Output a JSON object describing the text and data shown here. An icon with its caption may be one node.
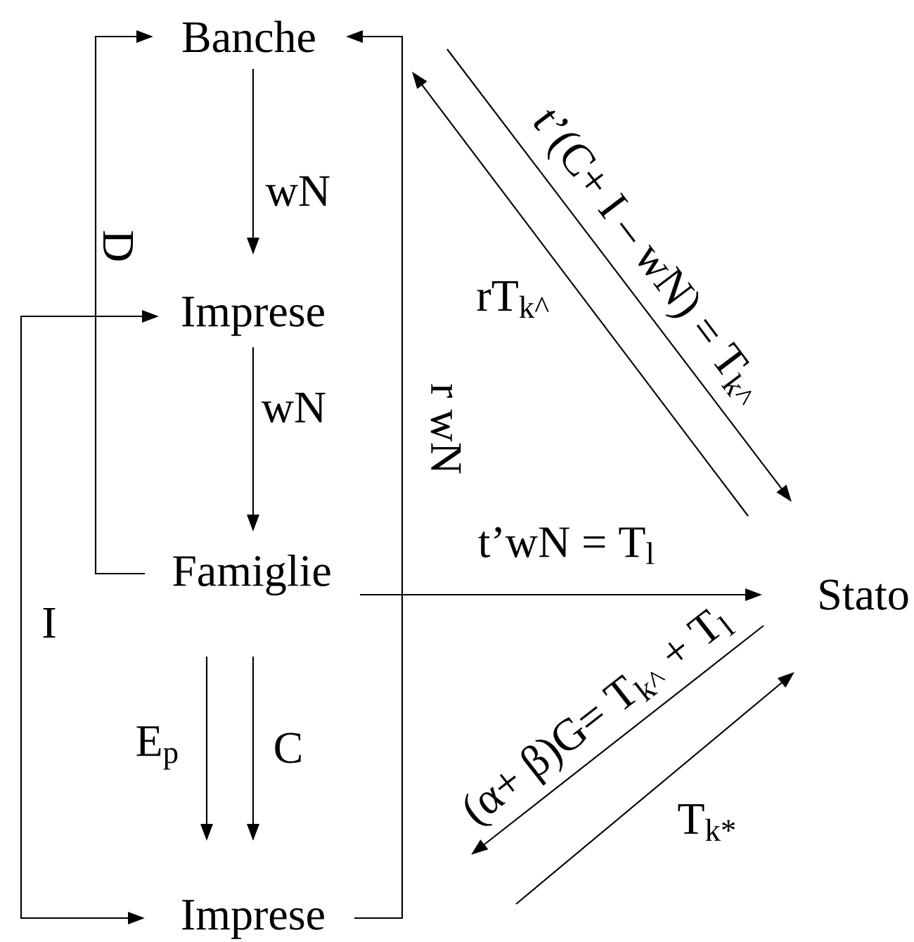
{
  "diagram": {
    "nodes": [
      {
        "text": [
          "Banche"
        ]
      },
      {
        "text": [
          "Imprese"
        ]
      },
      {
        "text": [
          "Famiglie"
        ]
      },
      {
        "text": [
          "Imprese"
        ]
      },
      {
        "text": [
          "Stato"
        ]
      }
    ],
    "edges": [
      {
        "from": 0,
        "to": 1,
        "arrow": "to",
        "label": "wN"
      },
      {
        "from": 1,
        "to": 2,
        "arrow": "to",
        "label": "wN"
      },
      {
        "from": 2,
        "to": 0,
        "arrow": "to",
        "label": "D"
      },
      {
        "from": 3,
        "to": 1,
        "arrow": "both",
        "label": "I"
      },
      {
        "from": 2,
        "to": 3,
        "arrow": "to",
        "label": "E$_{p}$"
      },
      {
        "from": 2,
        "to": 3,
        "arrow": "to",
        "label": "C"
      },
      {
        "from": 3,
        "to": 0,
        "arrow": "to",
        "label": "r wN"
      },
      {
        "from": 2,
        "to": 4,
        "arrow": "to",
        "label": "t’wN = T$_{l}$"
      },
      {
        "from": null,
        "to": 4,
        "arrow": "to",
        "label": "t’(C+ I – wN) = T$_{k^}$"
      },
      {
        "from": 4,
        "to": 0,
        "arrow": "to",
        "label": "rT$_{k^}$"
      },
      {
        "from": 4,
        "to": null,
        "arrow": "to",
        "label": "(α+ β)G= T$_{k^}$ + T$_{l}$"
      },
      {
        "from": null,
        "to": 4,
        "arrow": "to",
        "label": "T$_{k*}$"
      }
    ]
  }
}
